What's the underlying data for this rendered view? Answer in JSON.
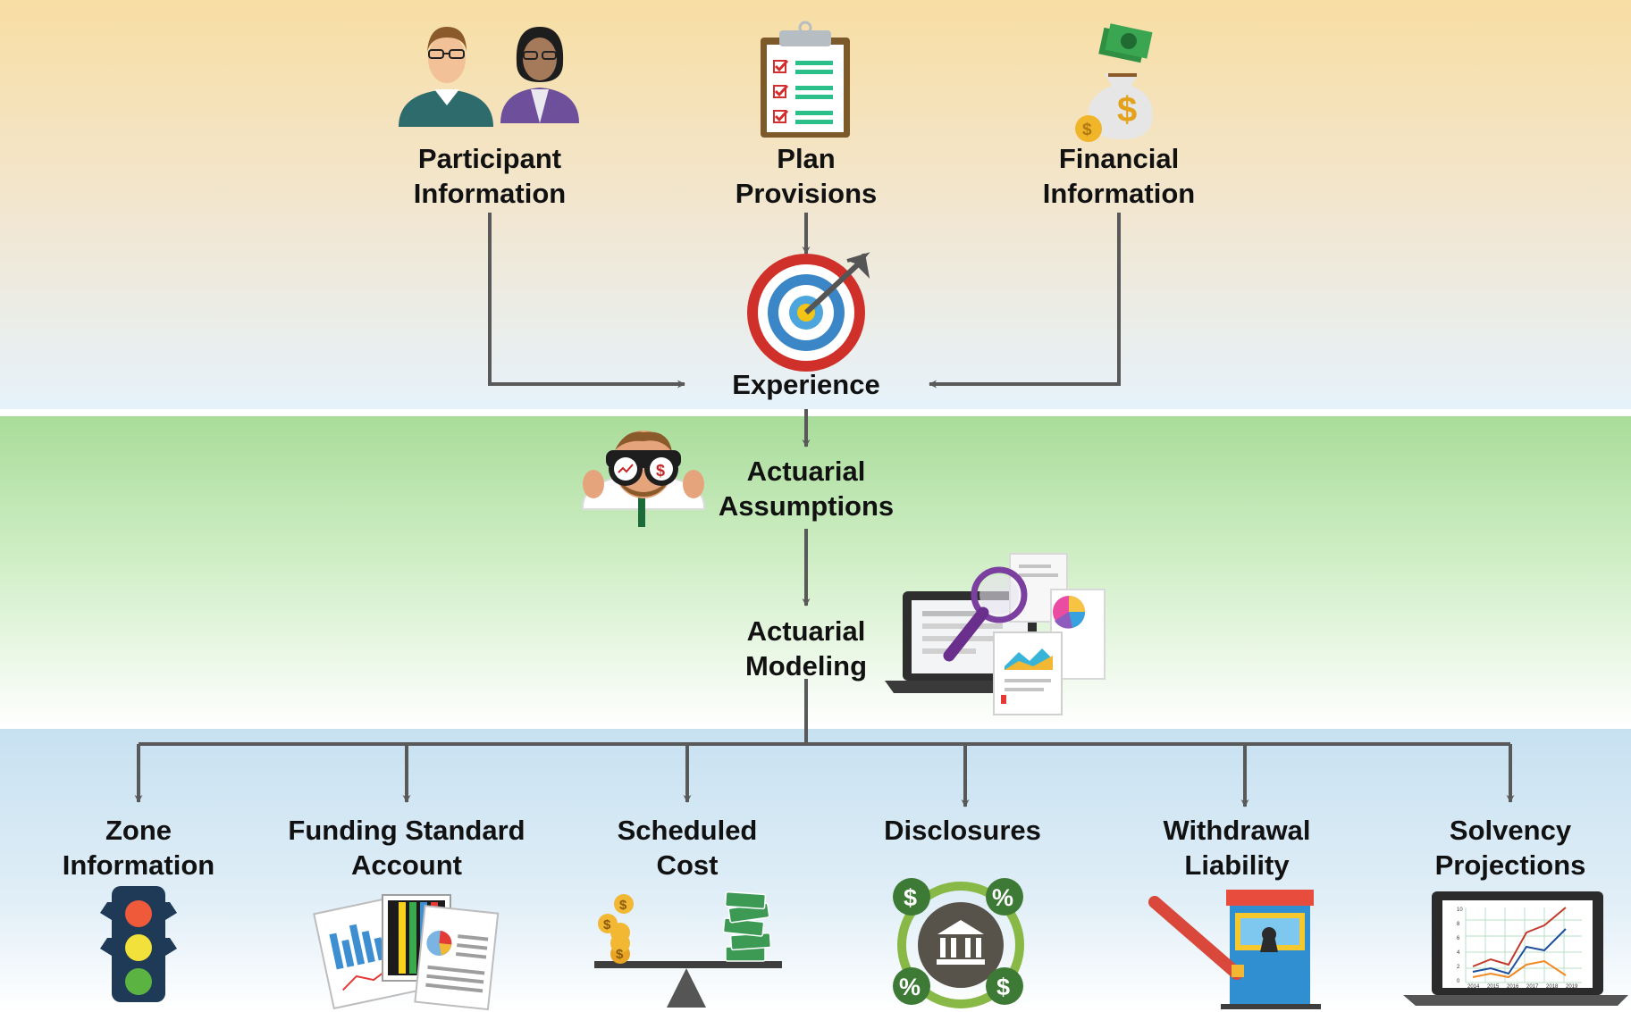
{
  "inputs": {
    "participant": [
      "Participant",
      "Information"
    ],
    "plan": [
      "Plan",
      "Provisions"
    ],
    "financial": [
      "Financial",
      "Information"
    ]
  },
  "experience": "Experience",
  "assumptions": [
    "Actuarial",
    "Assumptions"
  ],
  "modeling": [
    "Actuarial",
    "Modeling"
  ],
  "outputs": {
    "zone": [
      "Zone",
      "Information"
    ],
    "funding": [
      "Funding Standard",
      "Account"
    ],
    "scheduled": [
      "Scheduled",
      "Cost"
    ],
    "disclosures": [
      "Disclosures"
    ],
    "withdrawal": [
      "Withdrawal",
      "Liability"
    ],
    "solvency": [
      "Solvency",
      "Projections"
    ]
  },
  "glyphs": {
    "dollar": "$",
    "percent": "%",
    "chart_ticks": [
      "10",
      "8",
      "6",
      "4",
      "2",
      "0"
    ],
    "chart_years": [
      "2014",
      "2015",
      "2016",
      "2017",
      "2018",
      "2019"
    ]
  },
  "icons": [
    "people-icon",
    "clipboard-icon",
    "money-bag-icon",
    "target-icon",
    "binoculars-person-icon",
    "laptop-analysis-icon",
    "traffic-light-icon",
    "spreadsheet-icon",
    "balance-scale-icon",
    "bank-cycle-icon",
    "toll-gate-icon",
    "laptop-chart-icon"
  ],
  "colors": {
    "top_band": "#f8dea3",
    "middle_band": "#a9dc9a",
    "bottom_band": "#c7e1f1",
    "connector": "#595959"
  }
}
